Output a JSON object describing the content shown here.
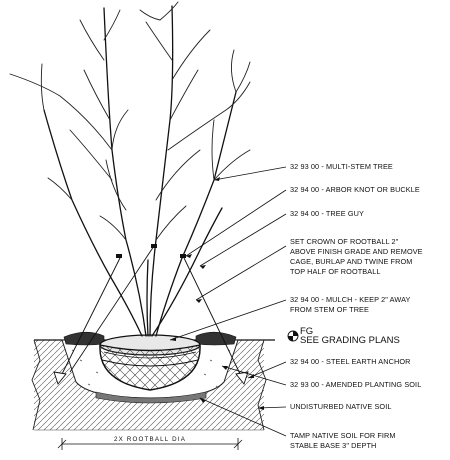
{
  "diagram": {
    "callouts": {
      "multi_stem_tree": "32 93 00 - MULTI-STEM TREE",
      "arbor_knot": "32 94 00 - ARBOR KNOT OR BUCKLE",
      "tree_guy": "32 94 00 - TREE GUY",
      "crown_note": [
        "SET CROWN OF ROOTBALL 2\"",
        "ABOVE FINISH GRADE AND REMOVE",
        "CAGE, BURLAP AND TWINE FROM",
        "TOP HALF OF ROOTBALL"
      ],
      "mulch_note": [
        "32 94 00 - MULCH - KEEP 2\" AWAY",
        "FROM STEM OF TREE"
      ],
      "fg_symbol": "FG",
      "grading_note": "SEE GRADING PLANS",
      "earth_anchor": "32 94 00 - STEEL EARTH ANCHOR",
      "planting_soil": "32 93 00 - AMENDED PLANTING SOIL",
      "native_soil": "UNDISTURBED NATIVE SOIL",
      "tamp_note": [
        "TAMP NATIVE SOIL FOR FIRM",
        "STABLE BASE 3\" DEPTH"
      ],
      "dimension": "2X ROOTBALL DIA"
    }
  }
}
